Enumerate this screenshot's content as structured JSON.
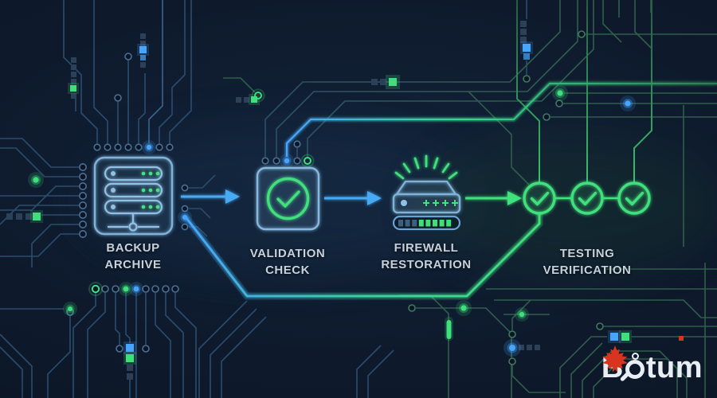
{
  "title": "Backup restoration process circuit illustration",
  "stages": [
    {
      "name": "backup-archive",
      "label": [
        "BACKUP",
        "ARCHIVE"
      ],
      "icon": "server-stack-icon"
    },
    {
      "name": "validation-check",
      "label": [
        "VALIDATION",
        "CHECK"
      ],
      "icon": "check-badge-icon"
    },
    {
      "name": "firewall-restoration",
      "label": [
        "FIREWALL",
        "RESTORATION"
      ],
      "icon": "firewall-device-icon"
    },
    {
      "name": "testing-verification",
      "label": [
        "TESTING",
        "VERIFICATION"
      ],
      "icon": "triple-check-icon"
    }
  ],
  "logo": {
    "brand": "Botum",
    "prefix": "B",
    "suffix": "tum",
    "mark": "maple-leaf"
  },
  "colors": {
    "background": "#0e1a2c",
    "trace_blue": "#2b4c6d",
    "trace_green": "#2f5e4b",
    "accent_blue": "#46a6ff",
    "accent_green": "#3fe07c",
    "icon_stroke_blue": "#7fb3d9",
    "label_text": "#c7d1dc",
    "logo_text": "#e9eef4",
    "leaf_red": "#d8341f"
  }
}
